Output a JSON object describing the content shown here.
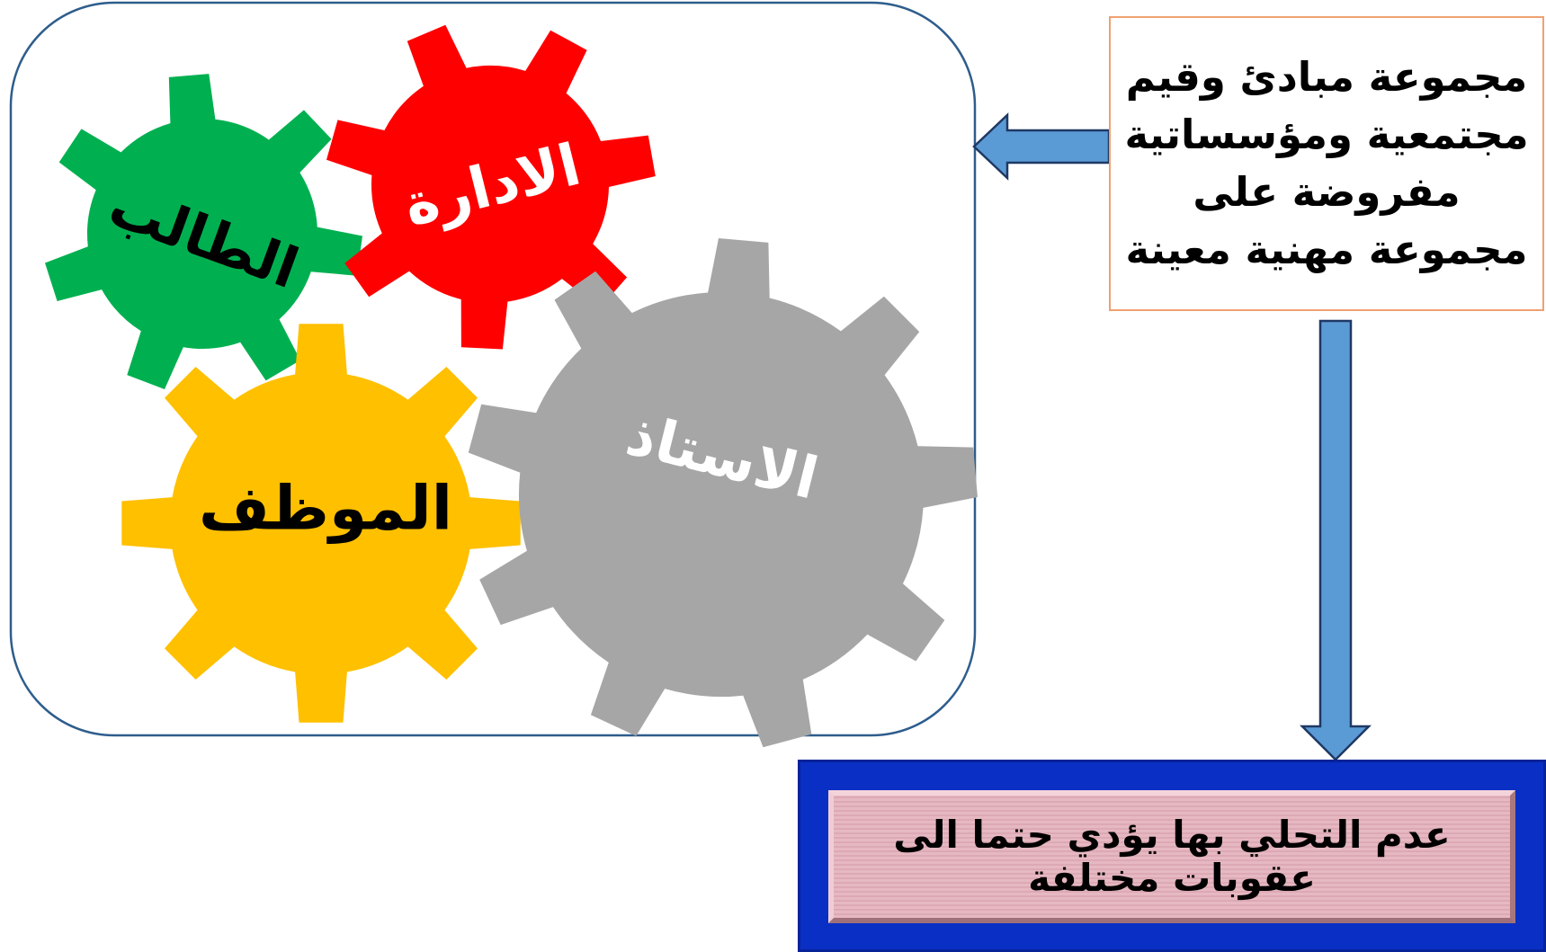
{
  "gears": [
    {
      "label": "الطالب",
      "color": "#00b050",
      "text_color": "#000000"
    },
    {
      "label": "الادارة",
      "color": "#ff0000",
      "text_color": "#ffffff"
    },
    {
      "label": "الموظف",
      "color": "#ffc000",
      "text_color": "#000000"
    },
    {
      "label": "الاستاذ",
      "color": "#a6a6a6",
      "text_color": "#ffffff"
    }
  ],
  "definition": {
    "lines": [
      "مجموعة مبادئ وقيم",
      "مجتمعية ومؤسساتية",
      "مفروضة على",
      "مجموعة مهنية معينة"
    ]
  },
  "consequence": {
    "lines": [
      "عدم التحلي بها يؤدي حتما الى",
      "عقوبات مختلفة"
    ]
  },
  "colors": {
    "container_border": "#2e5d8c",
    "arrow_fill": "#5b9bd5",
    "arrow_stroke": "#1f3864",
    "definition_border": "#f0a070",
    "consequence_frame": "#0a2fc4",
    "consequence_fill": "#e6b8c2"
  }
}
